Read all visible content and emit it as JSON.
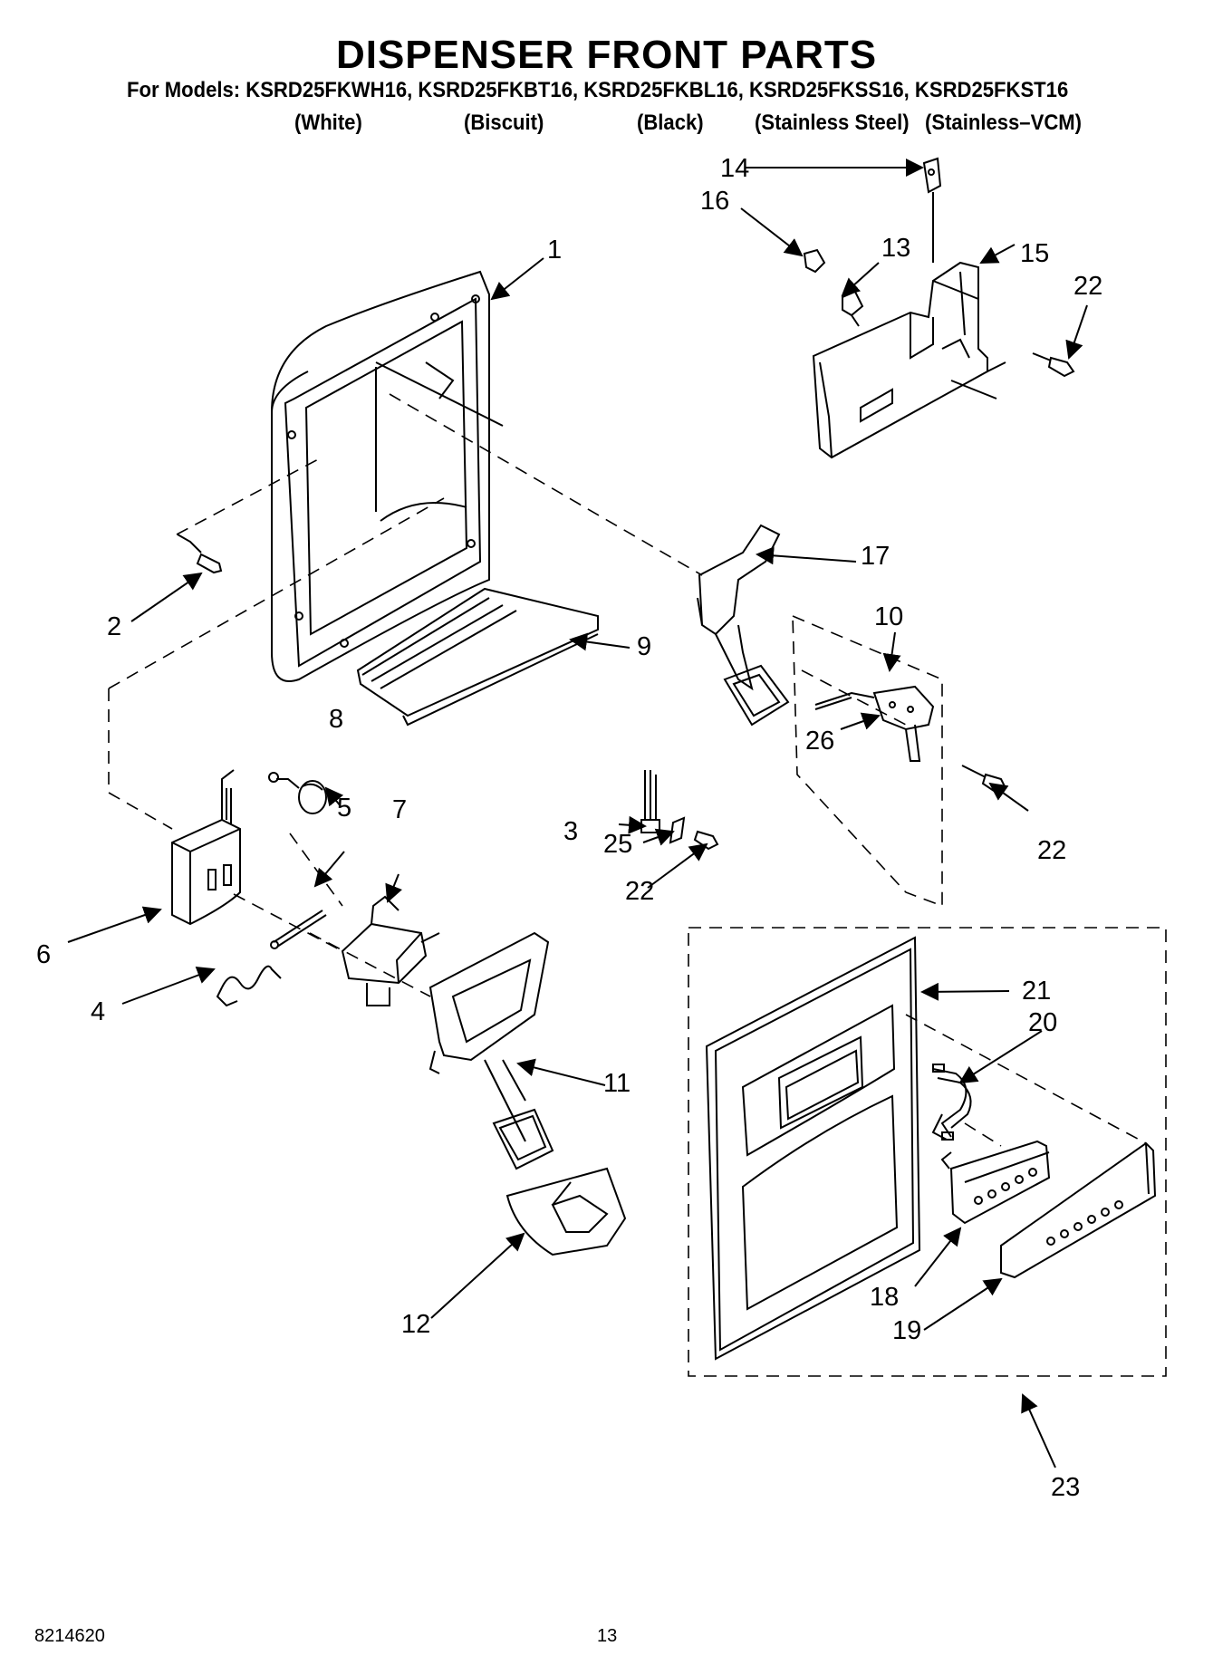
{
  "header": {
    "title": "DISPENSER FRONT PARTS",
    "models_line": "For Models: KSRD25FKWH16, KSRD25FKBT16, KSRD25FKBL16, KSRD25FKSS16, KSRD25FKST16",
    "colors": [
      "(White)",
      "(Biscuit)",
      "(Black)",
      "(Stainless Steel)",
      "(Stainless–VCM)"
    ]
  },
  "callouts": {
    "c1": "1",
    "c2": "2",
    "c3": "3",
    "c4": "4",
    "c5": "5",
    "c6": "6",
    "c7": "7",
    "c8": "8",
    "c9": "9",
    "c10": "10",
    "c11": "11",
    "c12": "12",
    "c13": "13",
    "c14": "14",
    "c15": "15",
    "c16": "16",
    "c17": "17",
    "c18": "18",
    "c19": "19",
    "c20": "20",
    "c21": "21",
    "c22a": "22",
    "c22b": "22",
    "c22c": "22",
    "c23": "23",
    "c25": "25",
    "c26": "26"
  },
  "footer": {
    "doc_number": "8214620",
    "page_number": "13"
  }
}
